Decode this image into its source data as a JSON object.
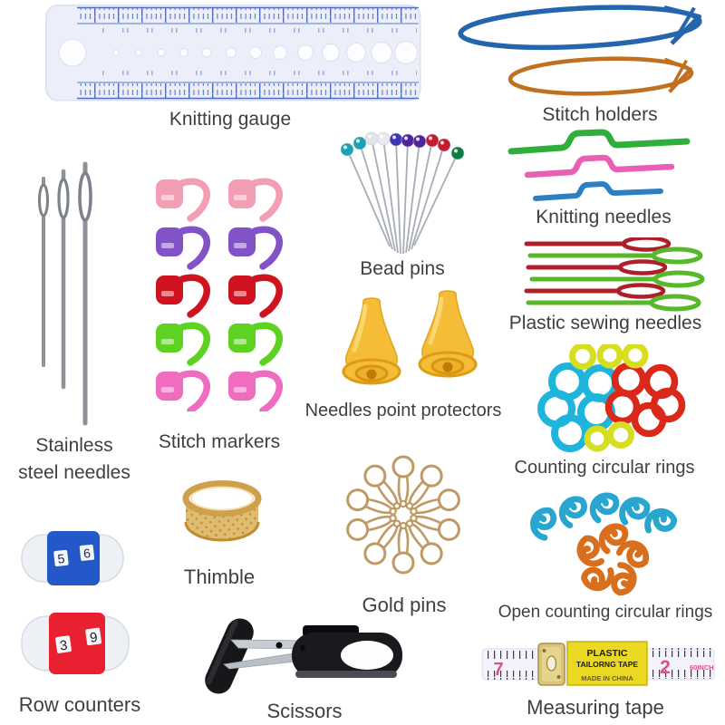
{
  "background": "#ffffff",
  "label_color": "#3f3f3f",
  "items": {
    "knitting_gauge": {
      "label": "Knitting gauge",
      "body_color": "#eceefa",
      "tick_color": "#5b78c8"
    },
    "stitch_holders": {
      "label": "Stitch holders",
      "top_color": "#2565ae",
      "bottom_color": "#c0701f"
    },
    "bead_pins": {
      "label": "Bead pins",
      "head_colors": [
        "#1ba3b4",
        "#1ba3b4",
        "#e3e3ea",
        "#e9e9f0",
        "#3d35b8",
        "#50249f",
        "#50249f",
        "#c81a2e",
        "#c81a2e",
        "#0c7e41"
      ]
    },
    "knitting_needles": {
      "label": "Knitting needles",
      "colors": [
        "#2fae3c",
        "#e95fb6",
        "#2b7fc3"
      ]
    },
    "plastic_sewing_needles": {
      "label": "Plastic sewing needles",
      "red": "#ae1f2a",
      "green": "#56b82a"
    },
    "stitch_markers": {
      "label": "Stitch markers",
      "colors": [
        "#f29fb6",
        "#8153c6",
        "#cf1420",
        "#5ed221",
        "#ef6cc0"
      ]
    },
    "stainless_steel_needles": {
      "label_line1": "Stainless",
      "label_line2": "steel needles"
    },
    "needle_point_protectors": {
      "label": "Needles point protectors",
      "color": "#f4bc37"
    },
    "counting_circular_rings": {
      "label": "Counting circular rings",
      "yellow": "#d6de1f",
      "cyan": "#1fb4dc",
      "red": "#da291b"
    },
    "thimble": {
      "label": "Thimble",
      "color": "#e0bc72"
    },
    "gold_pins": {
      "label": "Gold pins",
      "color": "#bf9a64"
    },
    "open_counting_rings": {
      "label": "Open counting circular rings",
      "blue": "#29a6cf",
      "orange": "#d96f1d"
    },
    "row_counters": {
      "label": "Row counters",
      "counters": [
        {
          "color": "#2458c8",
          "digits": [
            "5",
            "6"
          ]
        },
        {
          "color": "#e8202f",
          "digits": [
            "3",
            "9"
          ]
        }
      ]
    },
    "scissors": {
      "label": "Scissors"
    },
    "measuring_tape": {
      "label": "Measuring tape",
      "number_color": "#d94f92",
      "left_number": "7",
      "right_number": "2",
      "unit": "60INCH",
      "tag_line1": "PLASTIC",
      "tag_line2": "TAILORNG TAPE",
      "tag_line3": "MADE IN CHINA"
    }
  }
}
